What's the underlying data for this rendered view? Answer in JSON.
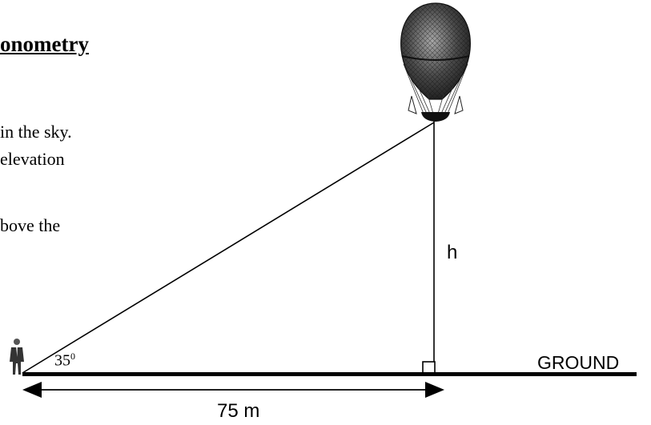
{
  "text": {
    "heading": "onometry",
    "line1": "in the sky.",
    "line2": "elevation",
    "line3": "bove the"
  },
  "diagram": {
    "height_label": "h",
    "angle_value": "35",
    "angle_unit": "0",
    "ground_label": "GROUND",
    "distance_label": "75 m",
    "colors": {
      "ink": "#000000",
      "balloon_dark": "#2b2b2b",
      "balloon_light": "#9a9a9a"
    },
    "icons": {
      "observer": "person-icon",
      "balloon": "hot-air-balloon-icon"
    }
  }
}
